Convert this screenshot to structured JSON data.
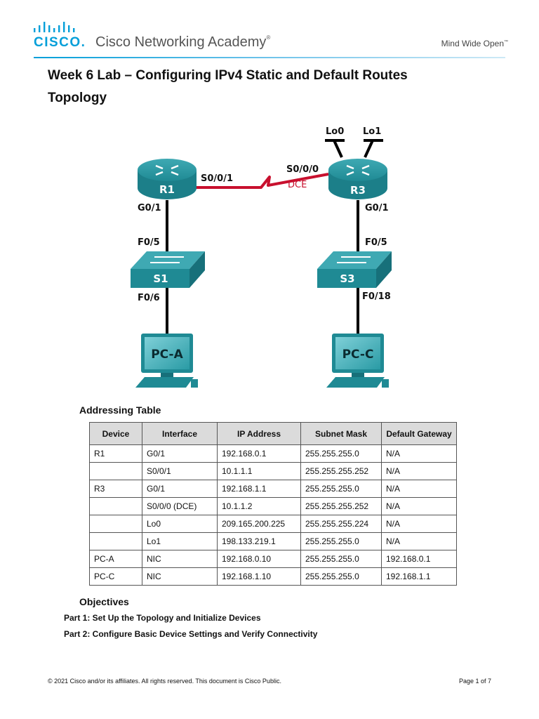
{
  "header": {
    "brand": "CISCO.",
    "academy": "Cisco Networking Academy",
    "academy_mark": "®",
    "tagline": "Mind Wide Open",
    "tagline_mark": "™",
    "brand_color": "#049fd9"
  },
  "document": {
    "title": "Week 6 Lab – Configuring IPv4 Static and Default Routes",
    "topology_heading": "Topology"
  },
  "topology": {
    "routers": [
      {
        "label": "R1"
      },
      {
        "label": "R3"
      }
    ],
    "switches": [
      {
        "label": "S1"
      },
      {
        "label": "S3"
      }
    ],
    "pcs": [
      {
        "label": "PC-A"
      },
      {
        "label": "PC-C"
      }
    ],
    "interfaces": {
      "r1_serial": "S0/0/1",
      "r3_serial": "S0/0/0",
      "dce": "DCE",
      "r1_g": "G0/1",
      "r3_g": "G0/1",
      "s1_up": "F0/5",
      "s1_down": "F0/6",
      "s3_up": "F0/5",
      "s3_down": "F0/18",
      "lo0": "Lo0",
      "lo1": "Lo1"
    },
    "colors": {
      "device_teal": "#1f8a94",
      "serial_link": "#c8102e",
      "dce_label": "#c8102e"
    }
  },
  "addressing": {
    "heading": "Addressing Table",
    "headers": [
      "Device",
      "Interface",
      "IP Address",
      "Subnet Mask",
      "Default Gateway"
    ],
    "rows": [
      [
        "R1",
        "G0/1",
        "192.168.0.1",
        "255.255.255.0",
        "N/A"
      ],
      [
        "",
        "S0/0/1",
        "10.1.1.1",
        "255.255.255.252",
        "N/A"
      ],
      [
        "R3",
        "G0/1",
        "192.168.1.1",
        "255.255.255.0",
        "N/A"
      ],
      [
        "",
        "S0/0/0 (DCE)",
        "10.1.1.2",
        "255.255.255.252",
        "N/A"
      ],
      [
        "",
        "Lo0",
        "209.165.200.225",
        "255.255.255.224",
        "N/A"
      ],
      [
        "",
        "Lo1",
        "198.133.219.1",
        "255.255.255.0",
        "N/A"
      ],
      [
        "PC-A",
        "NIC",
        "192.168.0.10",
        "255.255.255.0",
        "192.168.0.1"
      ],
      [
        "PC-C",
        "NIC",
        "192.168.1.10",
        "255.255.255.0",
        "192.168.1.1"
      ]
    ]
  },
  "objectives": {
    "heading": "Objectives",
    "items": [
      "Part 1: Set Up the Topology and Initialize Devices",
      "Part 2: Configure Basic Device Settings and Verify Connectivity"
    ]
  },
  "footer": {
    "copyright": "© 2021 Cisco and/or its affiliates. All rights reserved. This document is Cisco Public.",
    "page": "Page 1 of 7"
  }
}
